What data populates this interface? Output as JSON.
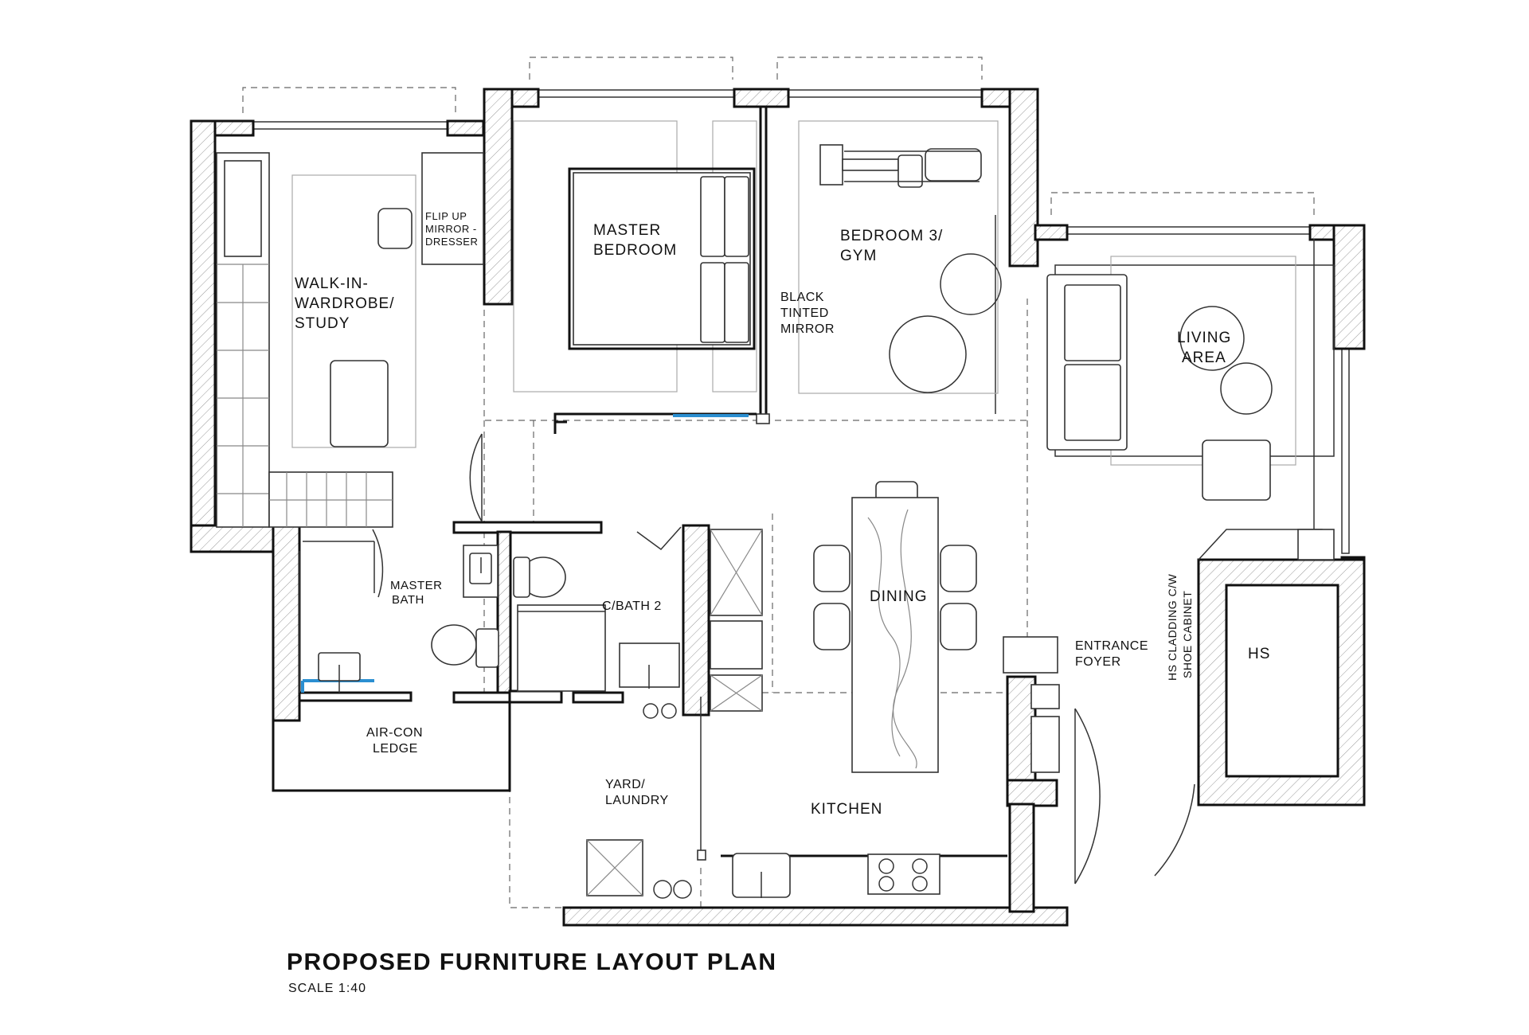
{
  "rooms": {
    "walk_in_wardrobe": [
      "WALK-IN-",
      "WARDROBE/",
      "STUDY"
    ],
    "flip_up": [
      "FLIP UP",
      "MIRROR -",
      "DRESSER"
    ],
    "master_bedroom": [
      "MASTER",
      "BEDROOM"
    ],
    "bedroom3": [
      "BEDROOM 3/",
      "GYM"
    ],
    "black_mirror": [
      "BLACK",
      "TINTED",
      "MIRROR"
    ],
    "living": [
      "LIVING",
      "AREA"
    ],
    "master_bath": [
      "MASTER",
      "BATH"
    ],
    "cbath2": "C/BATH 2",
    "dining": "DINING",
    "entrance": [
      "ENTRANCE",
      "FOYER"
    ],
    "hs_cladding": [
      "HS CLADDING C/W",
      "SHOE CABINET"
    ],
    "hs": "HS",
    "aircon": [
      "AIR-CON",
      "LEDGE"
    ],
    "yard": [
      "YARD/",
      "LAUNDRY"
    ],
    "kitchen": "KITCHEN"
  },
  "title": "PROPOSED FURNITURE LAYOUT PLAN",
  "scale": "SCALE 1:40"
}
